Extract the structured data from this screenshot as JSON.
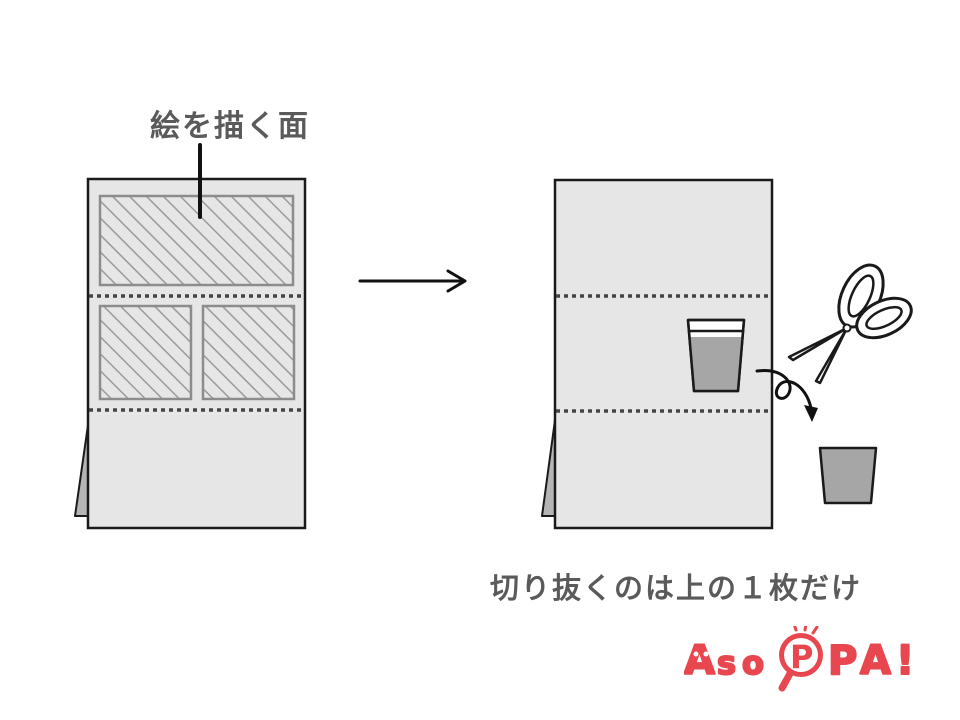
{
  "labels": {
    "draw_face": "絵を描く面",
    "cut_note": "切り抜くのは上の１枚だけ"
  },
  "logo": {
    "letters": [
      "A",
      "s",
      "o",
      "P",
      "P",
      "A",
      "!"
    ]
  },
  "icons": {
    "arrow": "right-arrow-icon",
    "scissors": "scissors-icon",
    "cup": "cup-icon",
    "curved_arrow": "curved-arrow-icon"
  },
  "colors": {
    "paper": "#e6e6e6",
    "outline": "#1a1a1a",
    "hatch": "#9a9a9a",
    "cup_fill": "#a6a6a6",
    "label_text": "#5a5a5a",
    "logo_red": "#e8474f"
  }
}
